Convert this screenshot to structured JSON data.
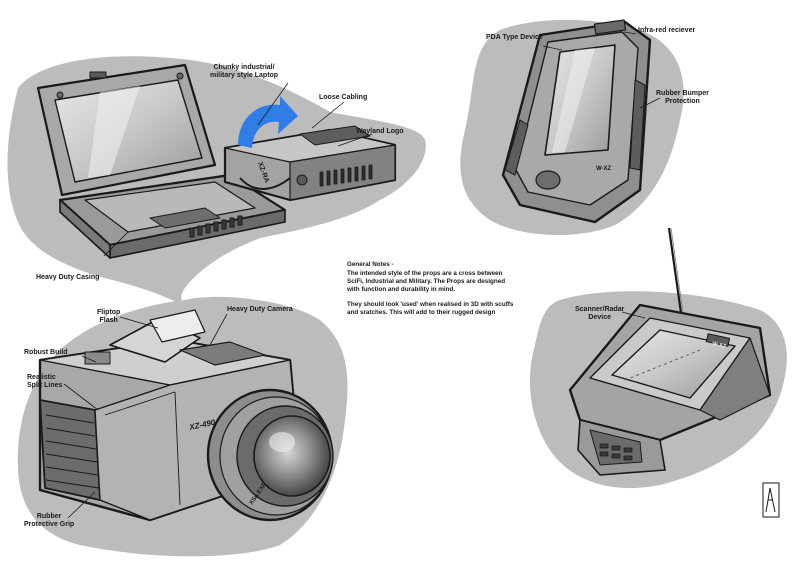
{
  "labels": {
    "laptop_a": "Chunky industrial/",
    "laptop_b": "military style Laptop",
    "loose_cabling": "Loose Cabling",
    "wayland_logo": "Wayland Logo",
    "heavy_duty_casing": "Heavy Duty Casing",
    "pda_type_device": "PDA Type Device",
    "infrared": "Infra-red reciever",
    "bumper_a": "Rubber Bumper",
    "bumper_b": "Protection",
    "fliptop_a": "Fliptop",
    "fliptop_b": "Flash",
    "heavy_duty_camera": "Heavy Duty Camera",
    "robust_build": "Robust Build",
    "split_a": "Realistic",
    "split_b": "Split Lines",
    "grip_a": "Rubber",
    "grip_b": "Protective Grip",
    "scanner_a": "Scanner/Radar",
    "scanner_b": "Device"
  },
  "notes": {
    "title": "General Notes -",
    "p1_l1": "The intended style of the props are a cross between",
    "p1_l2": "SciFi, Industrial and Military.  The Props are designed",
    "p1_l3": "with function and durability in mind.",
    "p2_l1": "They should look 'used' when realised in 3D with scuffs",
    "p2_l2": "and sratches.  This will add to their rugged design"
  },
  "device_text": {
    "camera_model": "XZ-490",
    "lens_brand": "XSn.EXP",
    "laptop_logo": "XZ-RA",
    "pda_logo": "W-XZ",
    "scanner_logo": "W-XZ"
  },
  "colors": {
    "backdrop": "#bcbcbc",
    "ink": "#1a1a1a",
    "arrow": "#2f7ee8"
  }
}
